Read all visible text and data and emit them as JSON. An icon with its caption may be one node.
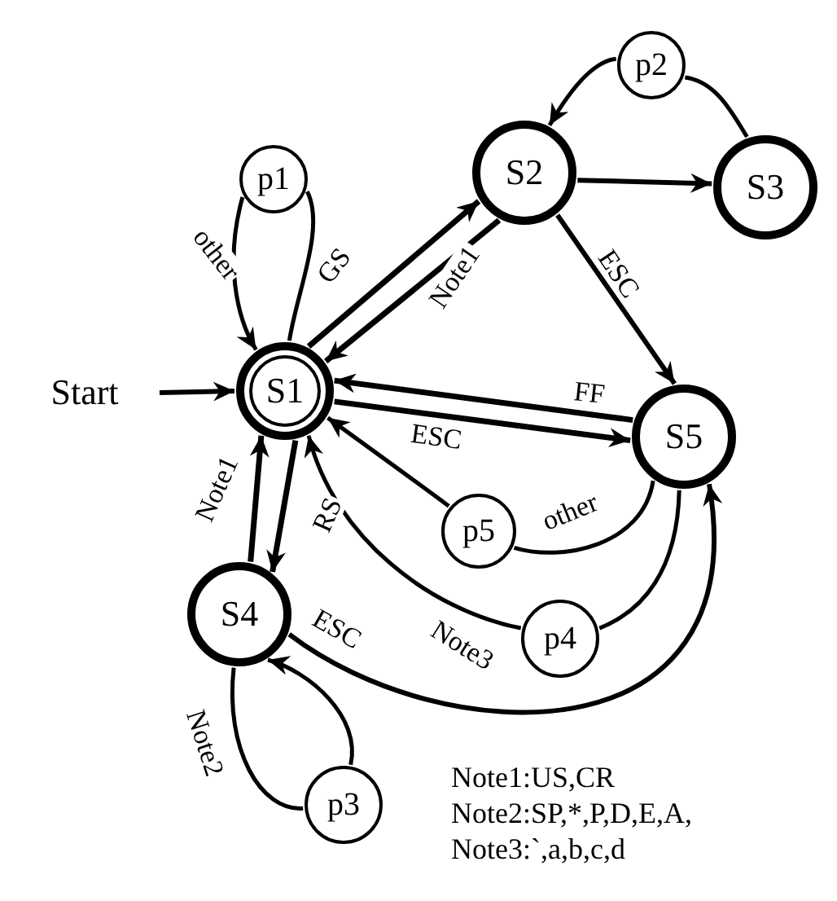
{
  "diagram": {
    "nodes": [
      {
        "text": [
          "Start"
        ]
      },
      {
        "text": [
          "S1"
        ]
      },
      {
        "text": [
          "p1"
        ]
      },
      {
        "text": [
          "S2"
        ]
      },
      {
        "text": [
          "S3"
        ]
      },
      {
        "text": [
          "p2"
        ]
      },
      {
        "text": [
          "S5"
        ]
      },
      {
        "text": [
          "p5"
        ]
      },
      {
        "text": [
          "p4"
        ]
      },
      {
        "text": [
          "S4"
        ]
      },
      {
        "text": [
          "p3"
        ]
      }
    ],
    "edges": [
      {
        "from": 0,
        "to": 1,
        "arrow": "to"
      },
      {
        "from": 1,
        "to": 2,
        "arrow": "none"
      },
      {
        "from": 2,
        "to": 1,
        "arrow": "to",
        "label": "other"
      },
      {
        "from": 1,
        "to": 3,
        "arrow": "to",
        "label": "GS"
      },
      {
        "from": 3,
        "to": 1,
        "arrow": "to",
        "label": "Note1"
      },
      {
        "from": 3,
        "to": 4,
        "arrow": "to"
      },
      {
        "from": 4,
        "to": 5,
        "arrow": "none"
      },
      {
        "from": 5,
        "to": 3,
        "arrow": "to"
      },
      {
        "from": 3,
        "to": 6,
        "arrow": "to",
        "label": "ESC"
      },
      {
        "from": 6,
        "to": 1,
        "arrow": "to",
        "label": "FF"
      },
      {
        "from": 1,
        "to": 6,
        "arrow": "to",
        "label": "ESC"
      },
      {
        "from": 6,
        "to": 7,
        "arrow": "none",
        "label": "other"
      },
      {
        "from": 7,
        "to": 1,
        "arrow": "to"
      },
      {
        "from": 6,
        "to": 8,
        "arrow": "none"
      },
      {
        "from": 8,
        "to": 1,
        "arrow": "to",
        "label": "Note3"
      },
      {
        "from": 9,
        "to": 6,
        "arrow": "to",
        "label": "ESC"
      },
      {
        "from": 9,
        "to": 1,
        "arrow": "to",
        "label": "Note1"
      },
      {
        "from": 1,
        "to": 9,
        "arrow": "to",
        "label": "RS"
      },
      {
        "from": 9,
        "to": 10,
        "arrow": "none",
        "label": "Note2"
      },
      {
        "from": 10,
        "to": 9,
        "arrow": "to"
      }
    ],
    "labels": [
      "Note1:US,CR",
      "Note2:SP,*,P,D,E,A,",
      "Note3:`,a,b,c,d"
    ]
  }
}
